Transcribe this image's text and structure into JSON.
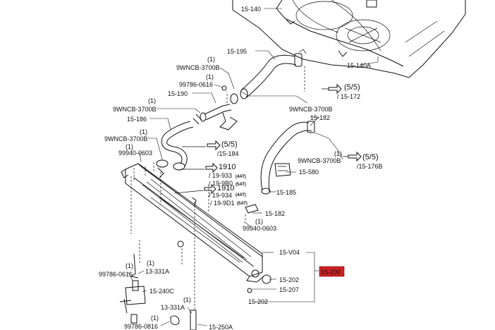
{
  "diagram": {
    "highlight": {
      "text": "15-200",
      "color": "#cc2222"
    },
    "labels": {
      "p15_140": "15-140",
      "p15_140a": "15-140A",
      "p15_195": "15-195",
      "p9wncb_a": "9WNCB-3700B",
      "p9wncb_a_q": "(1)",
      "p99786_a": "99786-0616",
      "p99786_a_q": "(1)",
      "p15_190": "15-190",
      "p9wncb_b": "9WNCB-3700B",
      "p9wncb_b_q": "(1)",
      "p15_186": "15-186",
      "p9wncb_c": "9WNCB-3700B",
      "p9wncb_c_q": "(1)",
      "p99940_a": "99940-0603",
      "p99940_a_q": "(1)",
      "ref_55_a": "(5/5)",
      "ref_15_172": "/ 15-172",
      "p9wncb_d": "9WNCB-3700B",
      "p15_182_a": "15-182",
      "ref_55_b": "(5/5)",
      "ref_15_184": "/15-184",
      "p9wncb_e": "9WNCB-3700B",
      "p9wncb_e_q": "(1)",
      "ref_55_c": "(5/5)",
      "ref_15_176b": "/15-176B",
      "p15_580": "15-580",
      "ref_1910_a": "1910",
      "ref_19_933": "/ 19-933",
      "ref_19_933_n": "(4AT)",
      "ref_19_9b0": "/ 19-9B0",
      "ref_19_9b0_n": "(5AT)",
      "ref_1910_b": "1910",
      "ref_19_934": "/ 19-934",
      "ref_19_934_n": "(4AT)",
      "ref_19_9d1": "/ 19-9D1",
      "ref_19_9d1_n": "(5AT)",
      "p15_185": "15-185",
      "p15_182_b": "15-182",
      "p99940_b": "99940-0603",
      "p99940_b_q": "(1)",
      "p15_v04": "15-V04",
      "p15_202_a": "15-202",
      "p15_207": "15-207",
      "p15_202_b": "15-202",
      "p99786_b": "99786-0616",
      "p99786_b_q": "(1)",
      "p13_331a_a": "13-331A",
      "p13_331a_a_q": "(1)",
      "p15_240c": "15-240C",
      "p13_331a_b": "13-331A",
      "p13_331a_b_q": "(1)",
      "p99786_c": "99786-0816",
      "p99786_c_q": "(1)",
      "p15_250a": "15-250A"
    }
  }
}
